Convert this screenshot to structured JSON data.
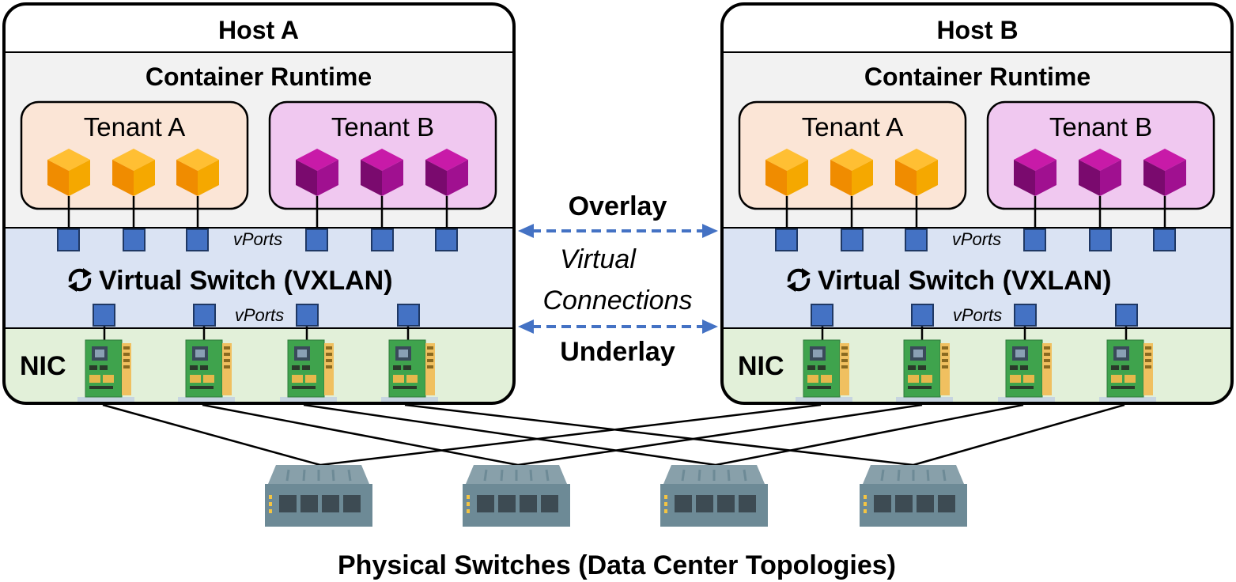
{
  "hosts": [
    {
      "title": "Host A",
      "runtime_label": "Container Runtime",
      "tenants": [
        "Tenant A",
        "Tenant B"
      ],
      "vports_label_top": "vPorts",
      "switch_label": "Virtual Switch (VXLAN)",
      "vports_label_bottom": "vPorts",
      "nic_label": "NIC"
    },
    {
      "title": "Host B",
      "runtime_label": "Container Runtime",
      "tenants": [
        "Tenant A",
        "Tenant B"
      ],
      "vports_label_top": "vPorts",
      "switch_label": "Virtual Switch (VXLAN)",
      "vports_label_bottom": "vPorts",
      "nic_label": "NIC"
    }
  ],
  "middle": {
    "overlay_label": "Overlay",
    "virtual_line1": "Virtual",
    "virtual_line2": "Connections",
    "underlay_label": "Underlay"
  },
  "footer_label": "Physical Switches (Data Center Topologies)",
  "icons": {
    "container": "cube-icon",
    "vport": "port-square-icon",
    "switch_sync": "sync-arrows-icon",
    "nic": "network-card-icon",
    "physical_switch": "network-switch-icon"
  },
  "colors": {
    "host_header": "#ffffff",
    "runtime_bg": "#f2f2f2",
    "vswitch_bg": "#dae3f3",
    "nic_bg": "#e2f0d9",
    "tenant_a_bg": "#fbe5d6",
    "tenant_b_bg": "#f0c8f0",
    "tenant_a_cube": "#f0a000",
    "tenant_b_cube": "#a0108a",
    "vport": "#4472c4",
    "arrow": "#4472c4",
    "physical_switch": "#6d8a96"
  }
}
